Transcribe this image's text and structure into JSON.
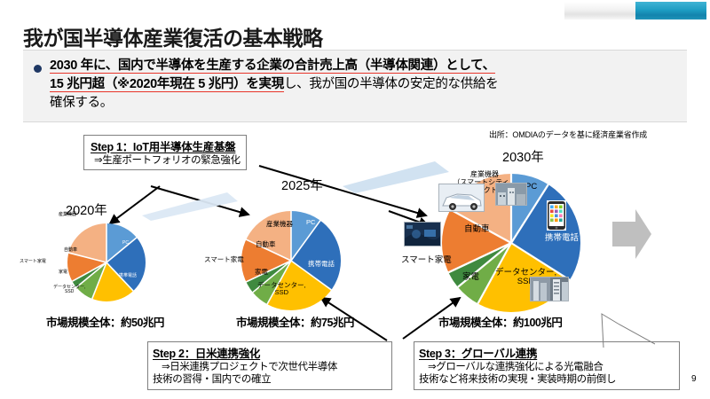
{
  "slide": {
    "title": "我が国半導体産業復活の基本戦略",
    "page_number": "9",
    "header_accent_light": "#f2f2f2",
    "header_accent_blue": "#1e9ec4"
  },
  "bullet": {
    "line1_a": "2030 年に、国内で半導体を生産する企業の合計売上高（半導体関連）として、",
    "line2_a": "15 兆円超（※2020年現在 5 兆円）を実現",
    "line2_b": "し、我が国の半導体の安定的な供給を",
    "line3": "確保する。",
    "underline_color": "#e8342a",
    "dot_color": "#1f3864"
  },
  "source_note": "出所：OMDIAのデータを基に経済産業省作成",
  "steps": [
    {
      "id": "step1",
      "head": "Step 1：IoT用半導体生産基盤",
      "body": "⇒生産ポートフォリオの緊急強化"
    },
    {
      "id": "step2",
      "head": "Step 2：日米連携強化",
      "body_line1": "⇒日米連携プロジェクトで次世代半導体",
      "body_line2": "技術の習得・国内での確立"
    },
    {
      "id": "step3",
      "head": "Step 3：グローバル連携",
      "body_line1": "⇒グローバルな連携強化による光電融合",
      "body_line2": "技術など将来技術の実現・実装時期の前倒し"
    }
  ],
  "callout_2030": {
    "line1": "産業機器",
    "line2": "（スマートシティ、",
    "line3": "スマートファクトリー 等）"
  },
  "chart_data": [
    {
      "type": "pie",
      "title": "2020年",
      "caption": "市場規模全体：約50兆円",
      "total_label": "約50兆円",
      "categories": [
        "PC",
        "携帯電話",
        "データセンター, SSD",
        "家電",
        "スマート家電",
        "自動車",
        "産業機器"
      ],
      "values": [
        14,
        24,
        18,
        8,
        3,
        12,
        21
      ],
      "colors": [
        "#5b9bd5",
        "#2e6fba",
        "#ffc000",
        "#70ad47",
        "#3f8a3f",
        "#ed7d31",
        "#f4b183"
      ]
    },
    {
      "type": "pie",
      "title": "2025年",
      "caption": "市場規模全体：約75兆円",
      "total_label": "約75兆円",
      "categories": [
        "PC",
        "携帯電話",
        "データセンター, SSD",
        "家電",
        "スマート家電",
        "自動車",
        "産業機器"
      ],
      "values": [
        10,
        25,
        23,
        6,
        4,
        14,
        18
      ],
      "colors": [
        "#5b9bd5",
        "#2e6fba",
        "#ffc000",
        "#70ad47",
        "#3f8a3f",
        "#ed7d31",
        "#f4b183"
      ]
    },
    {
      "type": "pie",
      "title": "2030年",
      "caption": "市場規模全体：約100兆円",
      "total_label": "約100兆円",
      "categories": [
        "PC",
        "携帯電話",
        "データセンター, SSD",
        "家電",
        "スマート家電",
        "自動車",
        "産業機器"
      ],
      "values": [
        9,
        25,
        24,
        6,
        4,
        15,
        17
      ],
      "colors": [
        "#5b9bd5",
        "#2e6fba",
        "#ffc000",
        "#70ad47",
        "#3f8a3f",
        "#ed7d31",
        "#f4b183"
      ]
    }
  ],
  "pie_labels": {
    "pc": "PC",
    "mobile": "携帯電話",
    "datacenter_l1": "データセンター,",
    "datacenter_l2": "SSD",
    "kaden": "家電",
    "smart_kaden": "スマート家電",
    "auto": "自動車",
    "industrial": "産業機器"
  },
  "years": {
    "y2020": "2020年",
    "y2025": "2025年",
    "y2030": "2030年"
  }
}
